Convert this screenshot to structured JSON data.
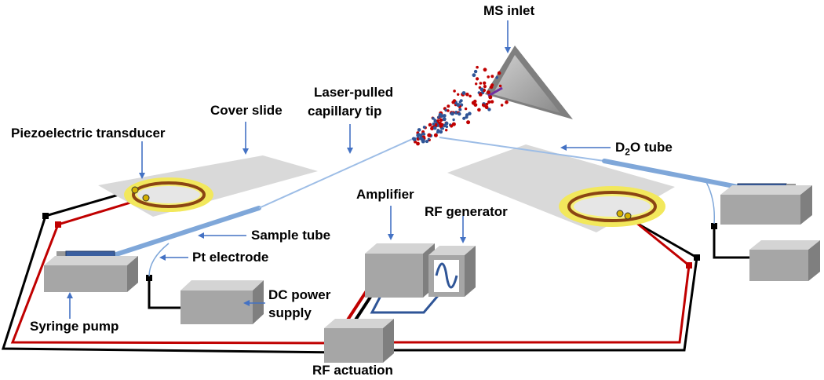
{
  "labels": {
    "ms_inlet": "MS inlet",
    "laser_line1": "Laser-pulled",
    "laser_line2": "capillary tip",
    "cover_slide": "Cover slide",
    "piezo": "Piezoelectric transducer",
    "d2o_pre": "D",
    "d2o_sub": "2",
    "d2o_post": "O tube",
    "amplifier": "Amplifier",
    "rf_generator": "RF generator",
    "sample_tube": "Sample tube",
    "pt_electrode": "Pt electrode",
    "dc_line1": "DC power",
    "dc_line2": "supply",
    "syringe_pump": "Syringe pump",
    "rf_actuation": "RF actuation"
  },
  "colors": {
    "arrow": "#4472c4",
    "wire_red": "#c00000",
    "wire_black": "#000000",
    "slide": "#d9d9d9",
    "box_front": "#a6a6a6",
    "droplet_red": "#c00000",
    "droplet_blue": "#2f5597"
  }
}
